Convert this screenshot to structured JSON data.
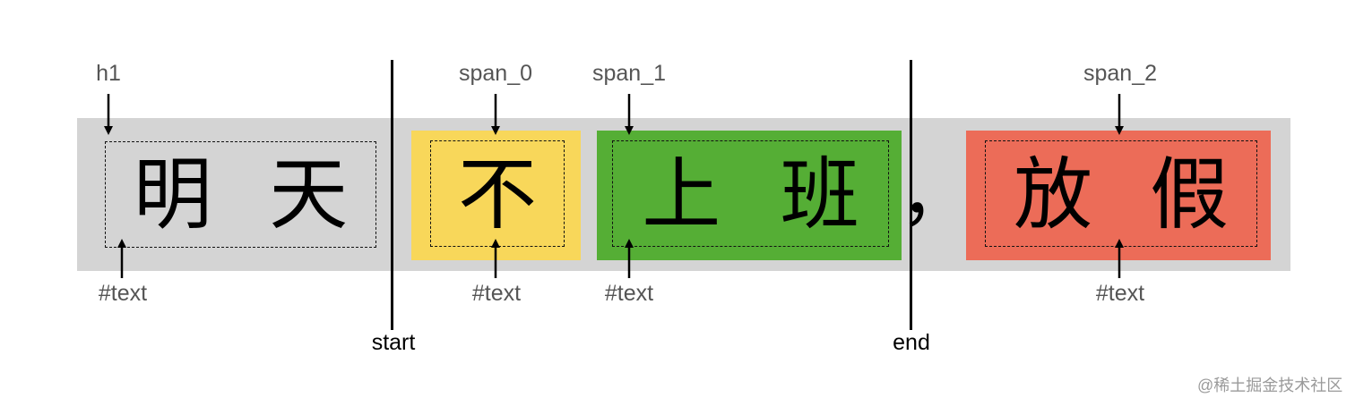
{
  "text": {
    "h1": "明天",
    "span_0": "不",
    "span_1": "上班",
    "comma": "，",
    "span_2": "放假"
  },
  "labels": {
    "h1": "h1",
    "span_0": "span_0",
    "span_1": "span_1",
    "span_2": "span_2",
    "text_node": "#text",
    "start": "start",
    "end": "end"
  },
  "watermark": "@稀土掘金技术社区",
  "colors": {
    "bar": "#d4d4d4",
    "span_0": "#f8d75a",
    "span_1": "#55ae35",
    "span_2": "#ec6c58"
  }
}
